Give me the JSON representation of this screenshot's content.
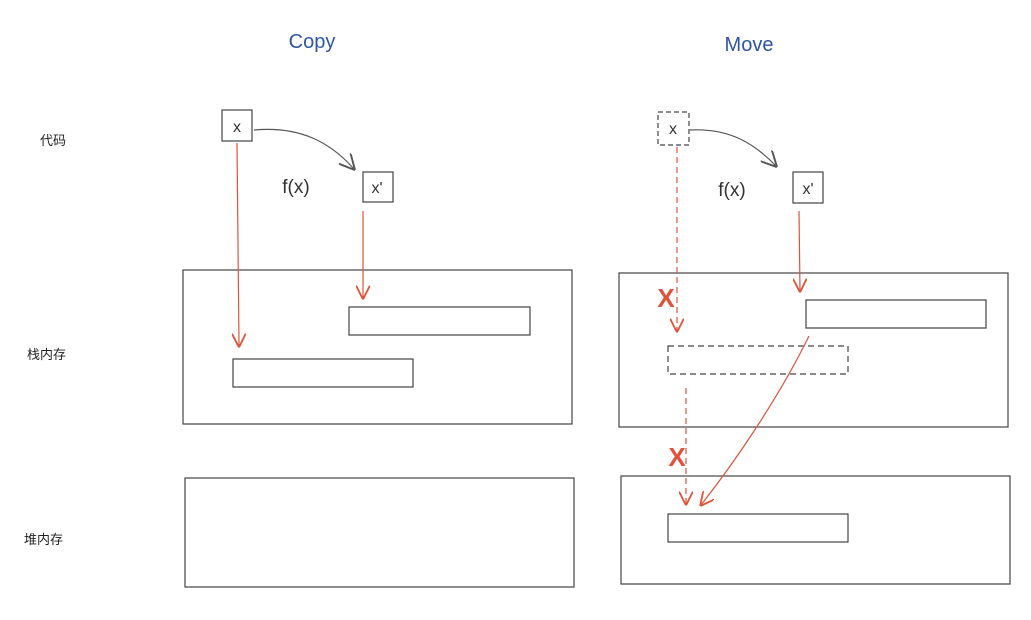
{
  "titles": {
    "copy": "Copy",
    "move": "Move"
  },
  "rows": {
    "code": "代码",
    "stack": "栈内存",
    "heap": "堆内存"
  },
  "copy": {
    "var": "x",
    "var_prime": "x'",
    "func": "f(x)"
  },
  "move": {
    "var": "x",
    "var_prime": "x'",
    "func": "f(x)",
    "invalid_mark_1": "X",
    "invalid_mark_2": "X"
  },
  "colors": {
    "title": "#2f56a3",
    "arrow": "#e0533a",
    "stroke": "#444444",
    "curve": "#555555"
  }
}
